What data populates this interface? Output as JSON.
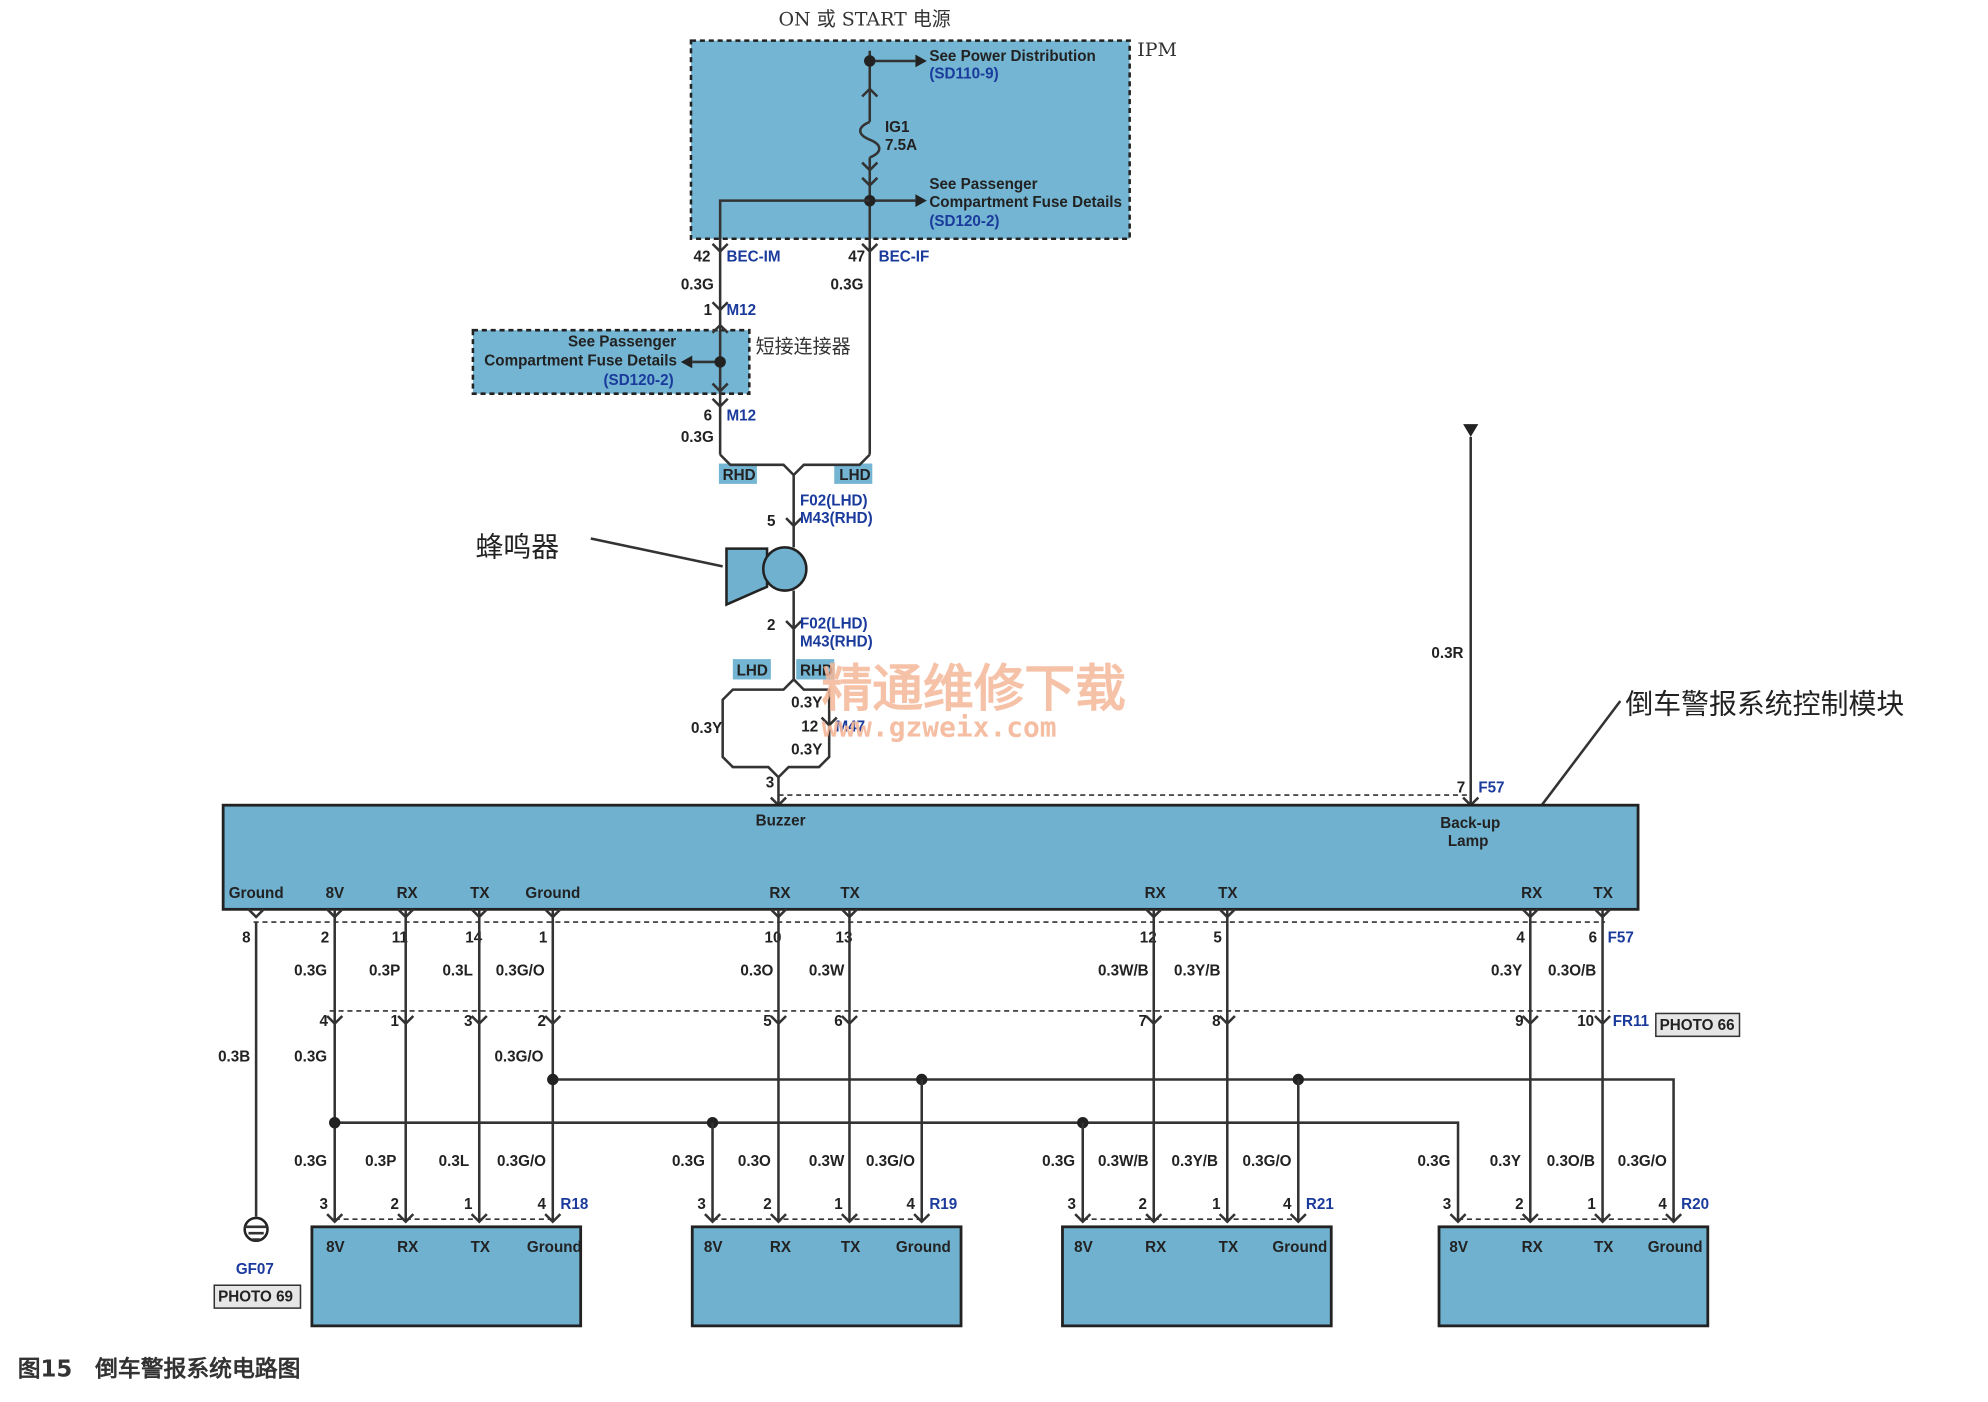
{
  "power_source_label": "ON 或 START 电源",
  "ipm": {
    "label": "IPM",
    "top_note_line1": "See Power Distribution",
    "top_note_ref": "(SD110-9)",
    "fuse_name": "IG1",
    "fuse_rating": "7.5A",
    "bottom_note_line1": "See Passenger",
    "bottom_note_line2": "Compartment Fuse Details",
    "bottom_note_ref": "(SD120-2)",
    "pin_left": "42",
    "conn_left": "BEC-IM",
    "pin_right": "47",
    "conn_right": "BEC-IF"
  },
  "wires_upper": {
    "left_wire": "0.3G",
    "right_wire": "0.3G",
    "m12_pin_top": "1",
    "m12_conn": "M12",
    "m12_pin_bottom": "6",
    "left_wire2": "0.3G"
  },
  "short_connector": {
    "label": "短接连接器",
    "note_line1": "See Passenger",
    "note_line2": "Compartment Fuse Details",
    "note_ref": "(SD120-2)"
  },
  "tags": {
    "rhd": "RHD",
    "lhd": "LHD"
  },
  "buzzer": {
    "label": "蜂鸣器",
    "pin_top": "5",
    "pin_bottom": "2",
    "conn_line1": "F02(LHD)",
    "conn_line2": "M43(RHD)"
  },
  "lower_buzzer": {
    "lhd_tag": "LHD",
    "rhd_tag": "RHD",
    "left_wire": "0.3Y",
    "right_wire_top": "0.3Y",
    "m_pin": "12",
    "m_conn": "M47",
    "right_wire_bottom": "0.3Y",
    "module_pin": "3"
  },
  "watermark": {
    "cn": "精通维修下载",
    "url": "www.gzweix.com"
  },
  "module": {
    "label": "倒车警报系统控制模块",
    "buzzer": "Buzzer",
    "backup_line1": "Back-up",
    "backup_line2": "Lamp",
    "backup_pin": "7",
    "backup_conn": "F57",
    "backup_wire": "0.3R",
    "pins": [
      "Ground",
      "8V",
      "RX",
      "TX",
      "Ground",
      "RX",
      "TX",
      "RX",
      "TX",
      "RX",
      "TX"
    ],
    "pin_numbers": [
      "8",
      "2",
      "11",
      "14",
      "1",
      "10",
      "13",
      "12",
      "5",
      "4",
      "6"
    ],
    "bottom_conn": "F57"
  },
  "mid_wires": [
    "0.3G",
    "0.3P",
    "0.3L",
    "0.3G/O",
    "0.3O",
    "0.3W",
    "0.3W/B",
    "0.3Y/B",
    "0.3Y",
    "0.3O/B"
  ],
  "fr11": {
    "pins": [
      "4",
      "1",
      "3",
      "2",
      "5",
      "6",
      "7",
      "8",
      "9",
      "10"
    ],
    "conn": "FR11",
    "photo": "PHOTO 66"
  },
  "lower_wires": {
    "ground_wire": "0.3B",
    "g8v": "0.3G",
    "gog": "0.3G/O"
  },
  "ground": {
    "name": "GF07",
    "photo": "PHOTO 69"
  },
  "sensors": [
    {
      "conn": "R18",
      "wires": [
        "0.3G",
        "0.3P",
        "0.3L",
        "0.3G/O"
      ],
      "pins": [
        "3",
        "2",
        "1",
        "4"
      ],
      "labels": [
        "8V",
        "RX",
        "TX",
        "Ground"
      ]
    },
    {
      "conn": "R19",
      "wires": [
        "0.3G",
        "0.3O",
        "0.3W",
        "0.3G/O"
      ],
      "pins": [
        "3",
        "2",
        "1",
        "4"
      ],
      "labels": [
        "8V",
        "RX",
        "TX",
        "Ground"
      ]
    },
    {
      "conn": "R21",
      "wires": [
        "0.3G",
        "0.3W/B",
        "0.3Y/B",
        "0.3G/O"
      ],
      "pins": [
        "3",
        "2",
        "1",
        "4"
      ],
      "labels": [
        "8V",
        "RX",
        "TX",
        "Ground"
      ]
    },
    {
      "conn": "R20",
      "wires": [
        "0.3G",
        "0.3Y",
        "0.3O/B",
        "0.3G/O"
      ],
      "pins": [
        "3",
        "2",
        "1",
        "4"
      ],
      "labels": [
        "8V",
        "RX",
        "TX",
        "Ground"
      ]
    }
  ],
  "caption": "图15　倒车警报系统电路图"
}
